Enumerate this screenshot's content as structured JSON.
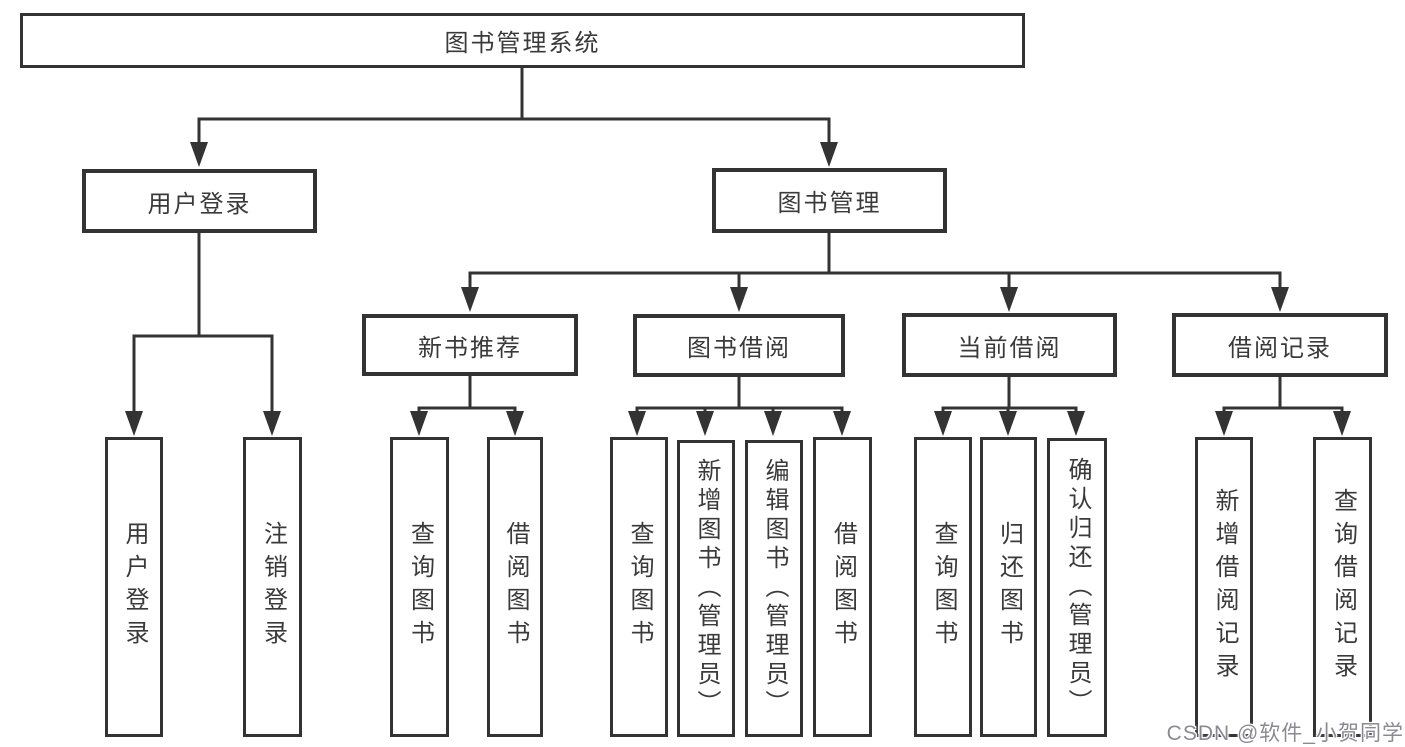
{
  "diagram": {
    "title": "图书管理系统",
    "root": {
      "label": "图书管理系统"
    },
    "level2": [
      {
        "id": "user-login",
        "label": "用户登录"
      },
      {
        "id": "book-management",
        "label": "图书管理"
      }
    ],
    "level3": [
      {
        "id": "new-book-recommend",
        "label": "新书推荐",
        "parent": "图书管理"
      },
      {
        "id": "book-borrow",
        "label": "图书借阅",
        "parent": "图书管理"
      },
      {
        "id": "current-borrow",
        "label": "当前借阅",
        "parent": "图书管理"
      },
      {
        "id": "borrow-records",
        "label": "借阅记录",
        "parent": "图书管理"
      }
    ],
    "leaves": [
      {
        "id": "leaf-user-login",
        "label": "用户登录",
        "parent": "用户登录"
      },
      {
        "id": "leaf-logout",
        "label": "注销登录",
        "parent": "用户登录"
      },
      {
        "id": "leaf-query-books-recommend",
        "label": "查询图书",
        "parent": "新书推荐"
      },
      {
        "id": "leaf-borrow-books-recommend",
        "label": "借阅图书",
        "parent": "新书推荐"
      },
      {
        "id": "leaf-query-books-borrow",
        "label": "查询图书",
        "parent": "图书借阅"
      },
      {
        "id": "leaf-add-books-admin",
        "label": "新增图书（管理员）",
        "parent": "图书借阅"
      },
      {
        "id": "leaf-edit-books-admin",
        "label": "编辑图书（管理员）",
        "parent": "图书借阅"
      },
      {
        "id": "leaf-borrow-books-borrow",
        "label": "借阅图书",
        "parent": "图书借阅"
      },
      {
        "id": "leaf-query-books-current",
        "label": "查询图书",
        "parent": "当前借阅"
      },
      {
        "id": "leaf-return-books",
        "label": "归还图书",
        "parent": "当前借阅"
      },
      {
        "id": "leaf-confirm-return-admin",
        "label": "确认归还（管理员）",
        "parent": "当前借阅"
      },
      {
        "id": "leaf-add-borrow-record",
        "label": "新增借阅记录",
        "parent": "借阅记录"
      },
      {
        "id": "leaf-query-borrow-record",
        "label": "查询借阅记录",
        "parent": "借阅记录"
      }
    ]
  },
  "watermark": {
    "text": "CSDN @软件_小贺同学"
  },
  "colors": {
    "line": "#333333",
    "box_border": "#333333",
    "box_fill": "#ffffff",
    "text": "#3a3a3a",
    "watermark": "#8a8a93",
    "background": "#ffffff"
  }
}
